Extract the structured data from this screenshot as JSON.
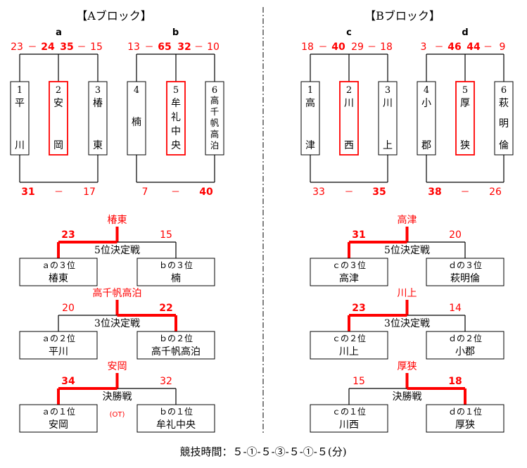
{
  "block_a": {
    "title": "【Aブロック】",
    "leagues": [
      {
        "label": "a",
        "teams": [
          {
            "num": "1",
            "name": [
              "平",
              "川"
            ],
            "highlight": false
          },
          {
            "num": "2",
            "name": [
              "安",
              "岡"
            ],
            "highlight": true
          },
          {
            "num": "3",
            "name": [
              "椿",
              "東"
            ],
            "highlight": false
          }
        ],
        "top_scores": [
          "23",
          "24",
          "35",
          "15"
        ],
        "top_bold": [
          false,
          true,
          true,
          false
        ],
        "bottom_scores": [
          "31",
          "17"
        ],
        "bottom_bold": [
          true,
          false
        ]
      },
      {
        "label": "b",
        "teams": [
          {
            "num": "4",
            "name": [
              "楠"
            ],
            "highlight": false
          },
          {
            "num": "5",
            "name": [
              "牟",
              "礼",
              "中",
              "央"
            ],
            "highlight": true
          },
          {
            "num": "6",
            "name": [
              "高",
              "千",
              "帆",
              "高",
              "泊"
            ],
            "highlight": false
          }
        ],
        "top_scores": [
          "13",
          "65",
          "32",
          "10"
        ],
        "top_bold": [
          false,
          true,
          true,
          false
        ],
        "bottom_scores": [
          "7",
          "40"
        ],
        "bottom_bold": [
          false,
          true
        ]
      }
    ],
    "matches": [
      {
        "title": "5位決定戦",
        "winner": "椿東",
        "left_score": "23",
        "right_score": "15",
        "winner_side": "left",
        "left_seed": "ａの３位",
        "left_team": "椿東",
        "right_seed": "ｂの３位",
        "right_team": "楠",
        "note": ""
      },
      {
        "title": "3位決定戦",
        "winner": "高千帆高泊",
        "left_score": "20",
        "right_score": "22",
        "winner_side": "right",
        "left_seed": "ａの２位",
        "left_team": "平川",
        "right_seed": "ｂの２位",
        "right_team": "高千帆高泊",
        "note": ""
      },
      {
        "title": "決勝戦",
        "winner": "安岡",
        "left_score": "34",
        "right_score": "32",
        "winner_side": "left",
        "left_seed": "ａの１位",
        "left_team": "安岡",
        "right_seed": "ｂの１位",
        "right_team": "牟礼中央",
        "note": "(OT)"
      }
    ]
  },
  "block_b": {
    "title": "【Bブロック】",
    "leagues": [
      {
        "label": "c",
        "teams": [
          {
            "num": "1",
            "name": [
              "高",
              "津"
            ],
            "highlight": false
          },
          {
            "num": "2",
            "name": [
              "川",
              "西"
            ],
            "highlight": true
          },
          {
            "num": "3",
            "name": [
              "川",
              "上"
            ],
            "highlight": false
          }
        ],
        "top_scores": [
          "18",
          "40",
          "29",
          "18"
        ],
        "top_bold": [
          false,
          true,
          false,
          false
        ],
        "bottom_scores": [
          "33",
          "35"
        ],
        "bottom_bold": [
          false,
          true
        ]
      },
      {
        "label": "d",
        "teams": [
          {
            "num": "4",
            "name": [
              "小",
              "郡"
            ],
            "highlight": false
          },
          {
            "num": "5",
            "name": [
              "厚",
              "狭"
            ],
            "highlight": true
          },
          {
            "num": "6",
            "name": [
              "萩",
              "明",
              "倫"
            ],
            "highlight": false
          }
        ],
        "top_scores": [
          "3",
          "46",
          "44",
          "9"
        ],
        "top_bold": [
          false,
          true,
          true,
          false
        ],
        "bottom_scores": [
          "38",
          "26"
        ],
        "bottom_bold": [
          true,
          false
        ]
      }
    ],
    "matches": [
      {
        "title": "5位決定戦",
        "winner": "高津",
        "left_score": "31",
        "right_score": "20",
        "winner_side": "left",
        "left_seed": "ｃの３位",
        "left_team": "高津",
        "right_seed": "ｄの３位",
        "right_team": "萩明倫",
        "note": ""
      },
      {
        "title": "3位決定戦",
        "winner": "川上",
        "left_score": "23",
        "right_score": "14",
        "winner_side": "left",
        "left_seed": "ｃの２位",
        "left_team": "川上",
        "right_seed": "ｄの２位",
        "right_team": "小郡",
        "note": ""
      },
      {
        "title": "決勝戦",
        "winner": "厚狭",
        "left_score": "15",
        "right_score": "18",
        "winner_side": "right",
        "left_seed": "ｃの１位",
        "left_team": "川西",
        "right_seed": "ｄの１位",
        "right_team": "厚狭",
        "note": ""
      }
    ]
  },
  "dash": "－",
  "footer": "競技時間：５-①-５-③-５-①-５(分)",
  "colors": {
    "accent": "#ff0000",
    "line": "#000000",
    "text": "#000000"
  }
}
